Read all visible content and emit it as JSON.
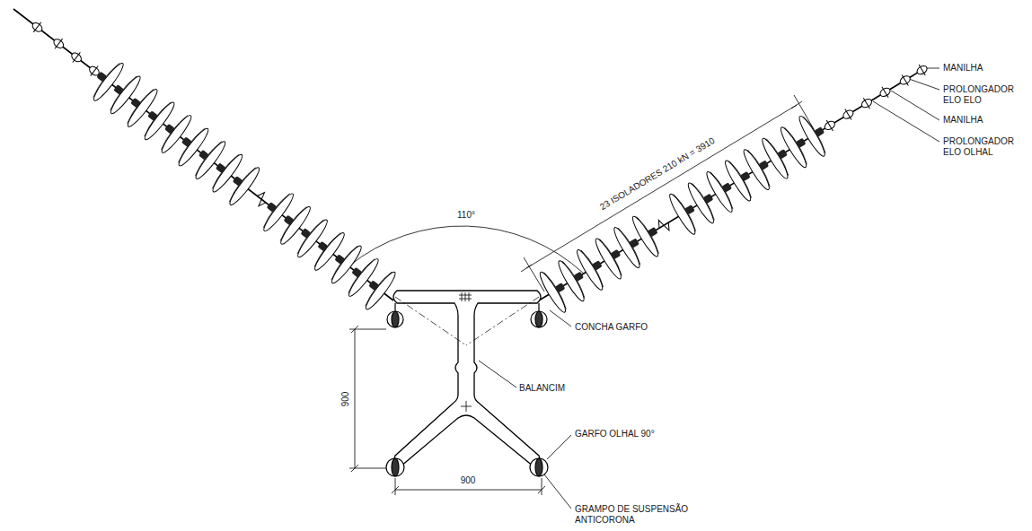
{
  "diagram": {
    "labels": [
      "MANILHA",
      "PROLONGADOR ELO ELO",
      "MANILHA",
      "PROLONGADOR ELO OLHAL",
      "23 ISOLADORES 210 kN = 3910",
      "110°",
      "CONCHA GARFO",
      "BALANCIM",
      "GARFO OLHAL 90°",
      "GRAMPO DE SUSPENSÃO ANTICORONA",
      "900",
      "900"
    ]
  }
}
